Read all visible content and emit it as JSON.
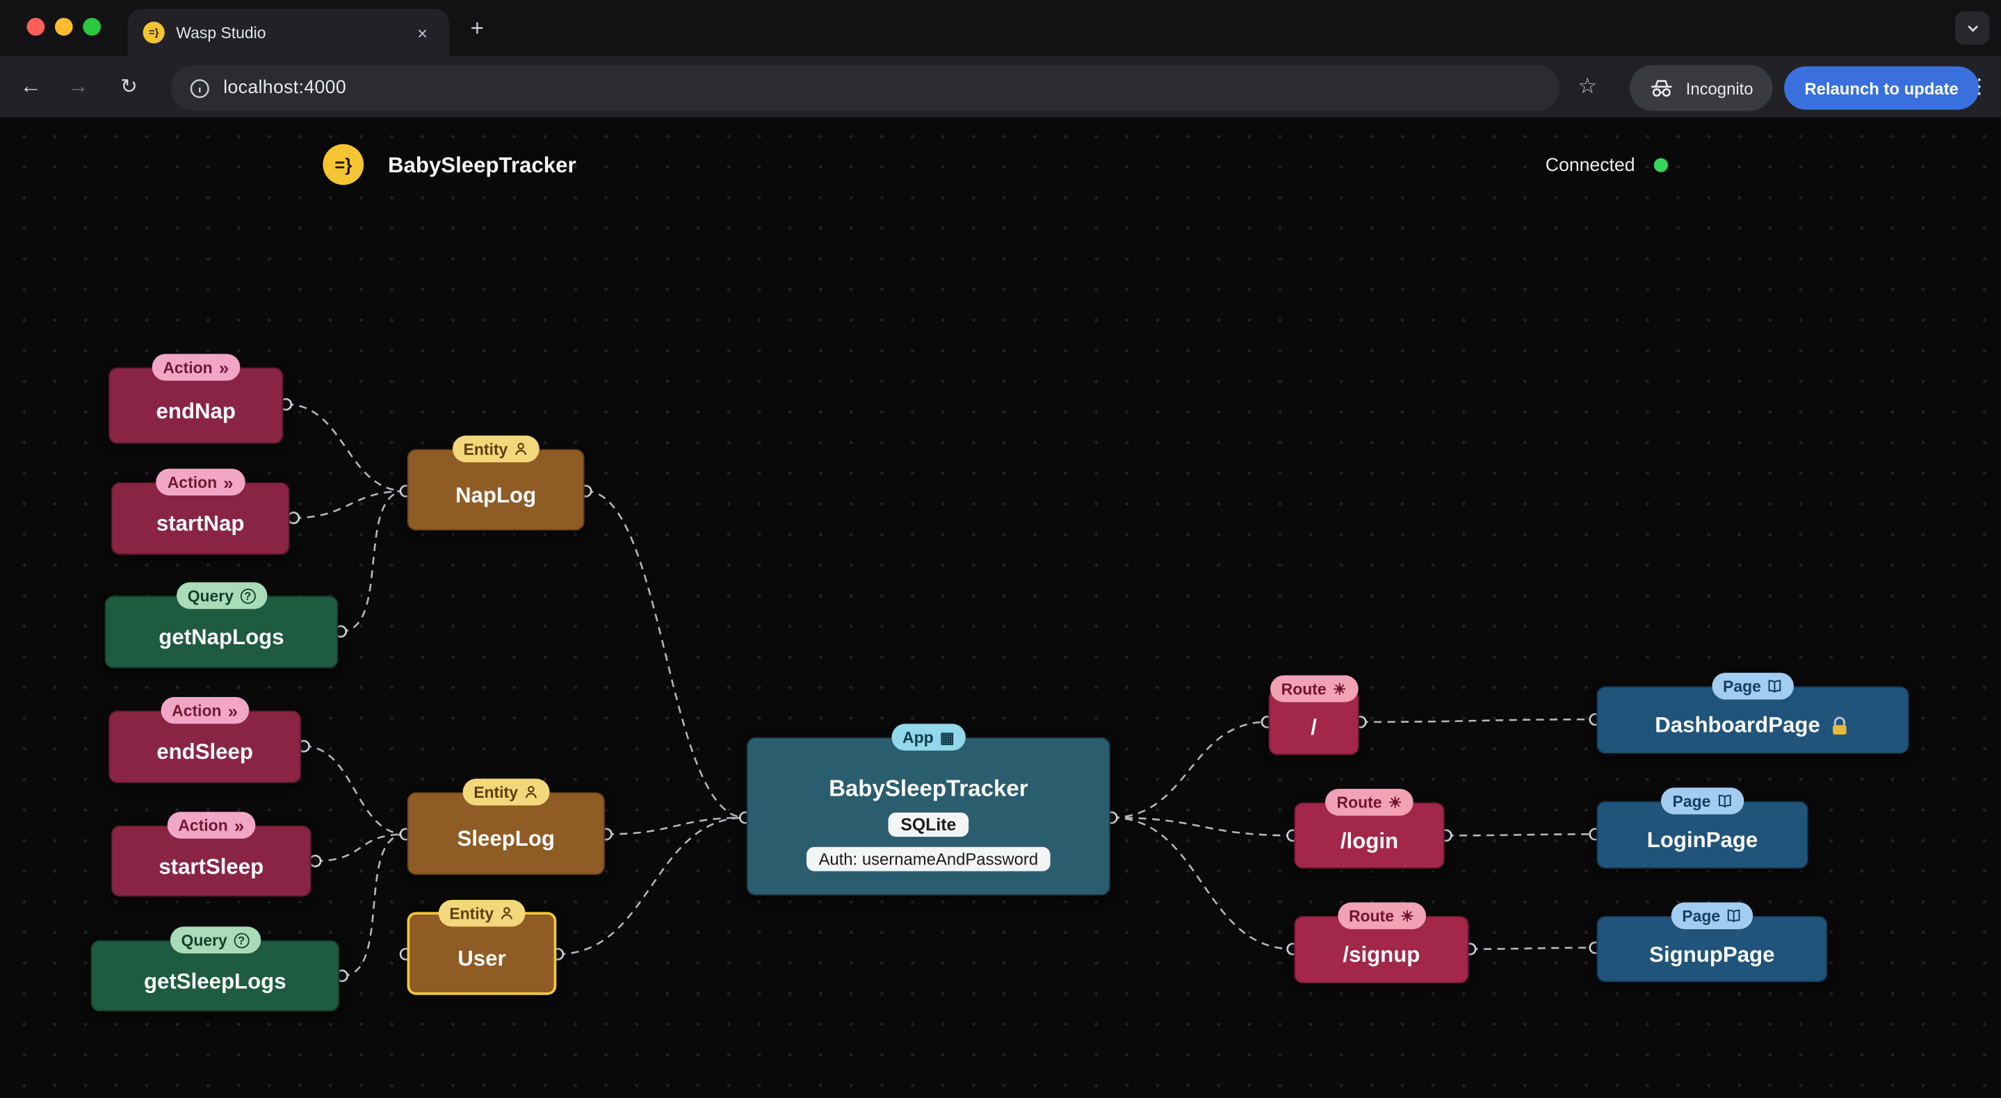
{
  "browser": {
    "tab": {
      "title": "Wasp Studio",
      "close_glyph": "×"
    },
    "new_tab_glyph": "+",
    "nav": {
      "back_glyph": "←",
      "forward_glyph": "→",
      "reload_glyph": "↻"
    },
    "address": {
      "url": "localhost:4000"
    },
    "star_glyph": "☆",
    "incognito_label": "Incognito",
    "relaunch_label": "Relaunch to update",
    "menu_glyph": "⋮"
  },
  "page": {
    "logo_glyph": "=}",
    "title": "BabySleepTracker",
    "status": "Connected"
  },
  "glyphs": {
    "action": "»",
    "question": "?",
    "app": "▦",
    "route": "☀"
  },
  "nodes": [
    {
      "type": "Action",
      "label": "endNap"
    },
    {
      "type": "Action",
      "label": "startNap"
    },
    {
      "type": "Query",
      "label": "getNapLogs"
    },
    {
      "type": "Action",
      "label": "endSleep"
    },
    {
      "type": "Action",
      "label": "startSleep"
    },
    {
      "type": "Query",
      "label": "getSleepLogs"
    },
    {
      "type": "Entity",
      "label": "NapLog"
    },
    {
      "type": "Entity",
      "label": "SleepLog"
    },
    {
      "type": "Entity",
      "label": "User",
      "selected": true
    },
    {
      "type": "App",
      "label": "BabySleepTracker",
      "db": "SQLite",
      "auth": "Auth: usernameAndPassword"
    },
    {
      "type": "Route",
      "label": "/"
    },
    {
      "type": "Route",
      "label": "/login"
    },
    {
      "type": "Route",
      "label": "/signup"
    },
    {
      "type": "Page",
      "label": "DashboardPage",
      "locked": true
    },
    {
      "type": "Page",
      "label": "LoginPage"
    },
    {
      "type": "Page",
      "label": "SignupPage"
    }
  ],
  "edges": [
    [
      "endNap",
      "NapLog"
    ],
    [
      "startNap",
      "NapLog"
    ],
    [
      "getNapLogs",
      "NapLog"
    ],
    [
      "endSleep",
      "SleepLog"
    ],
    [
      "startSleep",
      "SleepLog"
    ],
    [
      "getSleepLogs",
      "SleepLog"
    ],
    [
      "NapLog",
      "BabySleepTracker"
    ],
    [
      "SleepLog",
      "BabySleepTracker"
    ],
    [
      "User",
      "BabySleepTracker"
    ],
    [
      "BabySleepTracker",
      "/"
    ],
    [
      "BabySleepTracker",
      "/login"
    ],
    [
      "BabySleepTracker",
      "/signup"
    ],
    [
      "/",
      "DashboardPage"
    ],
    [
      "/login",
      "LoginPage"
    ],
    [
      "/signup",
      "SignupPage"
    ]
  ],
  "colors": {
    "action": "#892445",
    "query": "#1e5b41",
    "entity": "#8f5c25",
    "app": "#2a5d6e",
    "route": "#a2274b",
    "page": "#20547a",
    "selected_border": "#f2c83e",
    "connected_dot": "#35d45a",
    "relaunch_button": "#3a70dd",
    "wasp_yellow": "#f5c531",
    "edge": "#c9cbce"
  }
}
